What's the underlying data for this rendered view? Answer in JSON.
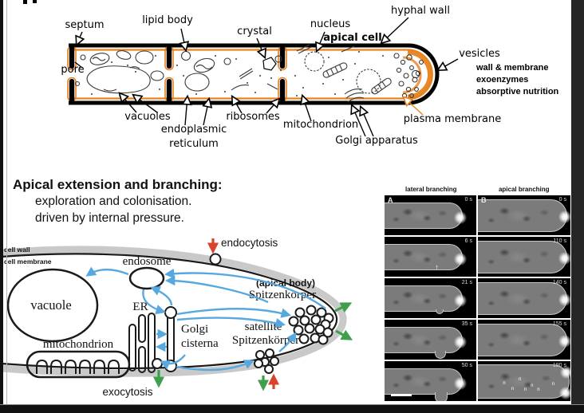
{
  "hypha": {
    "labels": {
      "septum": "septum",
      "lipid_body": "lipid body",
      "crystal": "crystal",
      "nucleus": "nucleus",
      "hyphal_wall": "hyphal wall",
      "apical_cell": "apical cell",
      "pore": "pore",
      "vesicles": "vesicles",
      "note1": "wall & membrane",
      "note2": "exoenzymes",
      "note3": "absorptive nutrition",
      "vacuoles": "vacuoles",
      "er1": "endoplasmic",
      "er2": "reticulum",
      "ribosomes": "ribosomes",
      "mitochondrion": "mitochondrion",
      "golgi": "Golgi apparatus",
      "plasma_membrane": "plasma membrane"
    },
    "colors": {
      "membrane_orange": "#E8821E",
      "wall_black": "#000000"
    }
  },
  "heading": {
    "title": "Apical extension and branching:",
    "sub1": "exploration and colonisation.",
    "sub2": "driven by internal pressure."
  },
  "cell": {
    "labels": {
      "cell_wall": "cell wall",
      "cell_membrane": "cell membrane",
      "endosome": "endosome",
      "vacuole": "vacuole",
      "er": "ER",
      "golgi1": "Golgi",
      "golgi2": "cisterna",
      "mitochondrion": "mitochondrion",
      "endocytosis": "endocytosis",
      "exocytosis": "exocytosis",
      "apical_body": "(apical body)",
      "spitzenkorper": "Spitzenkörper",
      "satellite1": "satellite",
      "satellite2": "Spitzenkörper"
    },
    "colors": {
      "arrow_blue": "#58a8e0",
      "arrow_green": "#3f9f4d",
      "arrow_red": "#d9432e",
      "wall_gray": "#c9c9c9"
    }
  },
  "micro": {
    "header_left": "lateral branching",
    "header_right": "apical branching",
    "letter_a": "A",
    "letter_b": "B",
    "times": {
      "left": [
        "0 s",
        "6 s",
        "21 s",
        "35 s",
        "50 s"
      ],
      "right": [
        "0 s",
        "110 s",
        "140 s",
        "155 s",
        "190 s"
      ]
    },
    "n": "n"
  }
}
